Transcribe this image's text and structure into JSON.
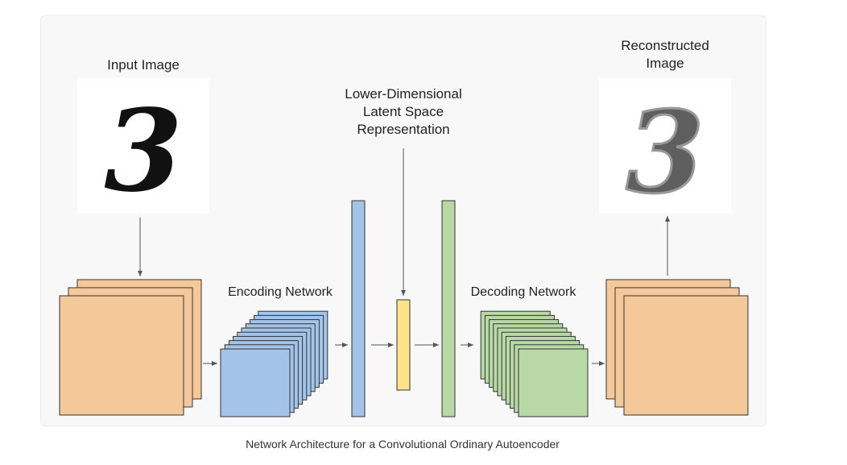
{
  "labels": {
    "input_image": "Input Image",
    "reconstructed_line1": "Reconstructed",
    "reconstructed_line2": "Image",
    "latent_line1": "Lower-Dimensional",
    "latent_line2": "Latent Space",
    "latent_line3": "Representation",
    "encoding_network": "Encoding Network",
    "decoding_network": "Decoding Network"
  },
  "digits": {
    "input": "3",
    "output": "3"
  },
  "caption": "Network Architecture for a Convolutional Ordinary Autoencoder",
  "colors": {
    "input_output_block": "#f5c89a",
    "encoder_block": "#a3c4e8",
    "encoder_dense": "#a3c4e8",
    "latent": "#fde48a",
    "decoder_dense": "#b8d9a5",
    "decoder_block": "#b8d9a5",
    "stroke": "#333333",
    "panel_bg": "#f8f8f8"
  }
}
